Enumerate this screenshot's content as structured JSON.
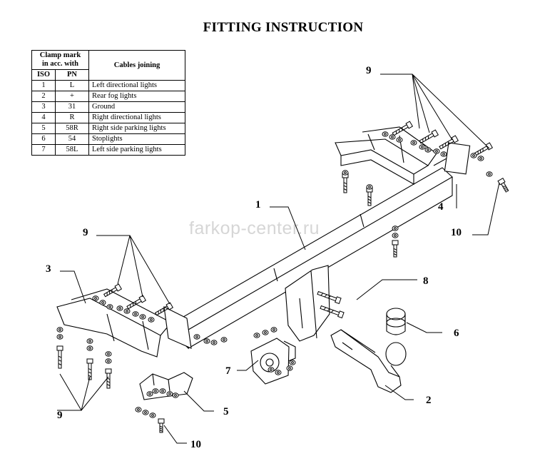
{
  "title": "FITTING INSTRUCTION",
  "watermark": "farkop-center.ru",
  "table": {
    "header_group": "Clamp mark in acc. with",
    "header_group_line1": "Clamp mark",
    "header_group_line2": "in acc. with",
    "col_iso": "ISO",
    "col_pn": "PN",
    "col_cables": "Cables joining",
    "rows": [
      {
        "iso": "1",
        "pn": "L",
        "cable": "Left directional lights"
      },
      {
        "iso": "2",
        "pn": "+",
        "cable": "Rear fog lights"
      },
      {
        "iso": "3",
        "pn": "31",
        "cable": "Ground"
      },
      {
        "iso": "4",
        "pn": "R",
        "cable": "Right directional lights"
      },
      {
        "iso": "5",
        "pn": "58R",
        "cable": "Right side parking lights"
      },
      {
        "iso": "6",
        "pn": "54",
        "cable": "Stoplights"
      },
      {
        "iso": "7",
        "pn": "58L",
        "cable": "Left side parking lights"
      }
    ]
  },
  "callouts": {
    "c1": "1",
    "c2": "2",
    "c3": "3",
    "c4": "4",
    "c5": "5",
    "c6": "6",
    "c7": "7",
    "c8": "8",
    "c9_top": "9",
    "c9_left": "9",
    "c9_bottom": "9",
    "c10_right": "10",
    "c10_bottom": "10"
  }
}
